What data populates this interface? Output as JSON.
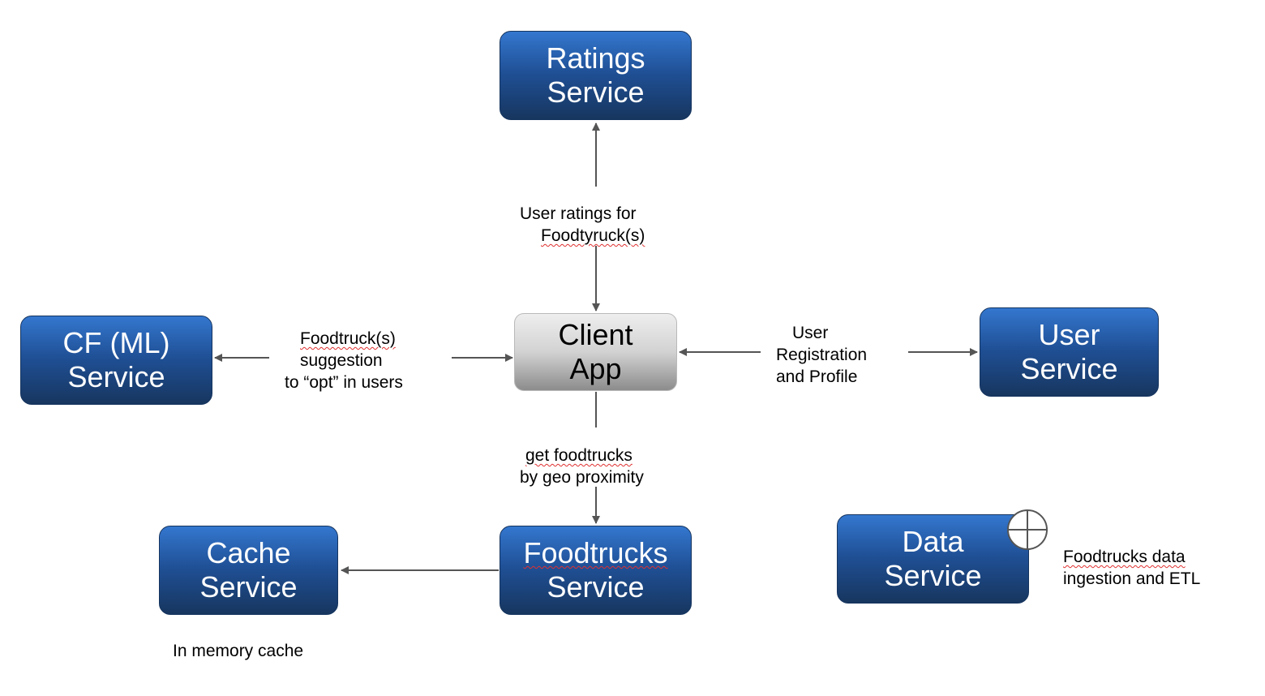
{
  "nodes": {
    "ratings": {
      "line1": "Ratings",
      "line2": "Service"
    },
    "cf": {
      "line1": "CF (ML)",
      "line2": "Service"
    },
    "client": {
      "line1": "Client",
      "line2": "App"
    },
    "user": {
      "line1": "User",
      "line2": "Service"
    },
    "cache": {
      "line1": "Cache",
      "line2": "Service"
    },
    "foodtrucks": {
      "line1": "Foodtrucks",
      "line2": "Service"
    },
    "data": {
      "line1": "Data",
      "line2": "Service"
    }
  },
  "edge_labels": {
    "ratings": {
      "line1": "User ratings for",
      "line2": "Foodtyruck(s)"
    },
    "cf": {
      "line1": "Foodtruck(s)",
      "line2": "suggestion",
      "line3": "to “opt” in users"
    },
    "user": {
      "line1": "User",
      "line2": "Registration",
      "line3": "and Profile"
    },
    "foodtrucks": {
      "line1": "get foodtrucks",
      "line2": "by geo proximity"
    }
  },
  "annotations": {
    "cache": "In memory cache",
    "data": {
      "line1": "Foodtrucks data",
      "line2": "ingestion and ETL"
    }
  },
  "colors": {
    "service_top": "#3477cf",
    "service_bottom": "#17365f",
    "client_top": "#eeeeee",
    "client_bottom": "#8c8c8c",
    "arrow": "#555555",
    "spellcheck": "#e03030"
  }
}
